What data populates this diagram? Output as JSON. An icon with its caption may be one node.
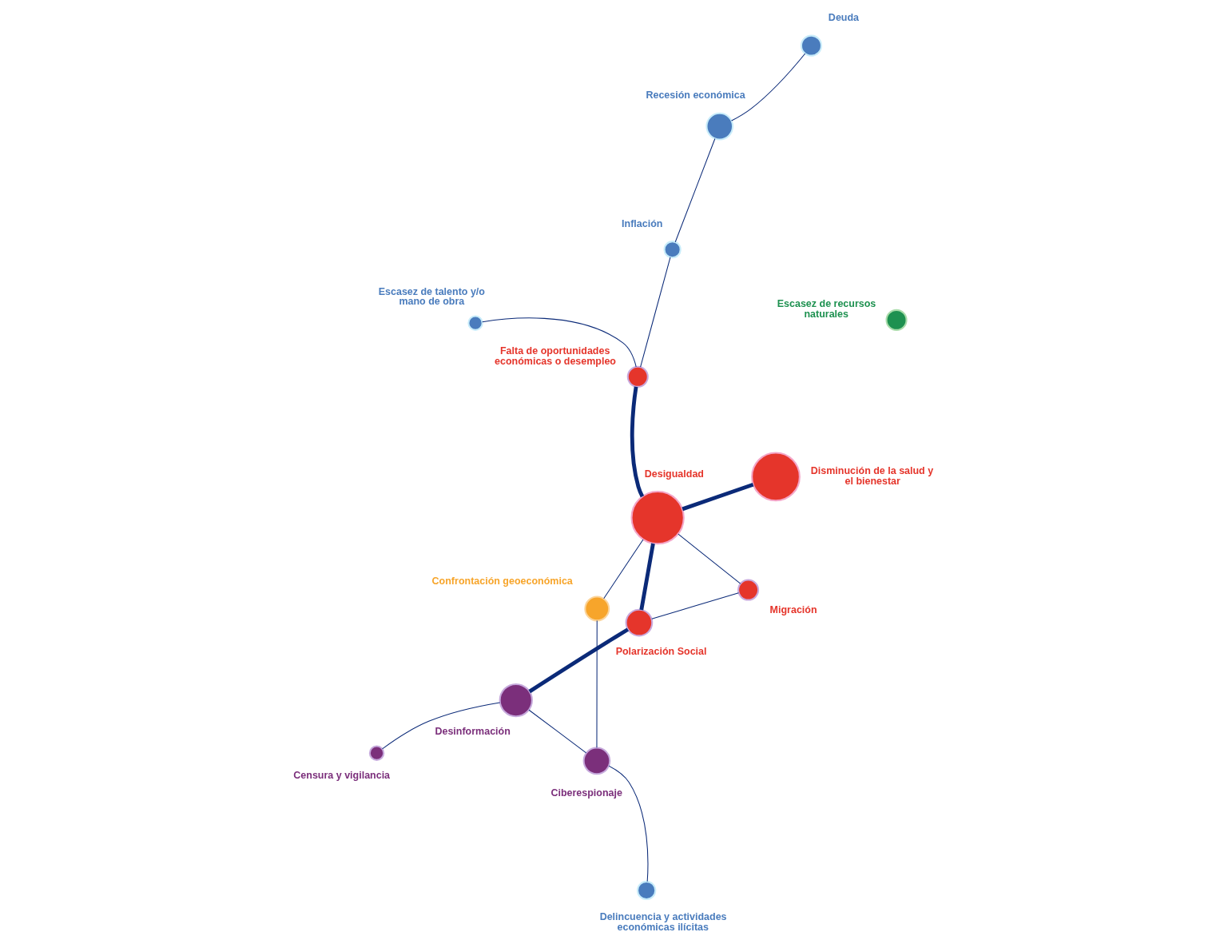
{
  "diagram": {
    "nodes": [
      {
        "text": [],
        "shape": "circle",
        "beside": [
          "Desinformación"
        ]
      },
      {
        "text": [],
        "shape": "circle",
        "beside": [
          "Censura y vigilancia"
        ]
      },
      {
        "text": [],
        "shape": "circle",
        "beside": [
          "Migración"
        ]
      },
      {
        "text": [],
        "shape": "circle",
        "beside": [
          "Polarización Social"
        ]
      },
      {
        "text": [],
        "shape": "circle",
        "beside": [
          "Disminución de la salud y el bienestar"
        ]
      },
      {
        "text": [],
        "shape": "circle",
        "beside": [
          "Ciberespionaje"
        ]
      },
      {
        "text": [],
        "shape": "circle",
        "beside": [
          "Delincuencia y actividades económicas ilícitas"
        ]
      },
      {
        "text": [],
        "shape": "circle",
        "beside": [
          "Desigualdad"
        ]
      },
      {
        "text": [],
        "shape": "circle",
        "beside": [
          "Confrontación geoeconómica"
        ]
      },
      {
        "text": [],
        "shape": "circle",
        "beside": [
          "Escasez de recursos naturales"
        ]
      },
      {
        "text": [],
        "shape": "circle",
        "beside": [
          "Falta de oportunidades económicas o desempleo"
        ]
      },
      {
        "text": [],
        "shape": "circle",
        "beside": [
          "Escasez de talento y/o mano de obra"
        ]
      },
      {
        "text": [],
        "shape": "circle",
        "beside": [
          "Inflación"
        ]
      },
      {
        "text": [],
        "shape": "circle",
        "beside": [
          "Recesión económica"
        ]
      },
      {
        "text": [],
        "shape": "circle",
        "beside": [
          "Deuda"
        ]
      }
    ],
    "edges": [
      {
        "from": 0,
        "to": 1,
        "arrow": "none"
      },
      {
        "from": 0,
        "to": 3,
        "arrow": "none",
        "style": "thick"
      },
      {
        "from": 0,
        "to": 5,
        "arrow": "none"
      },
      {
        "from": 2,
        "to": 3,
        "arrow": "none"
      },
      {
        "from": 2,
        "to": 7,
        "arrow": "none"
      },
      {
        "from": 3,
        "to": 7,
        "arrow": "none",
        "style": "thick"
      },
      {
        "from": 4,
        "to": 7,
        "arrow": "none",
        "style": "thick"
      },
      {
        "from": 5,
        "to": 6,
        "arrow": "none"
      },
      {
        "from": 5,
        "to": 8,
        "arrow": "none"
      },
      {
        "from": 7,
        "to": 8,
        "arrow": "none"
      },
      {
        "from": 7,
        "to": 10,
        "arrow": "none",
        "style": "thick"
      },
      {
        "from": 10,
        "to": 11,
        "arrow": "none"
      },
      {
        "from": 10,
        "to": 12,
        "arrow": "none"
      },
      {
        "from": 12,
        "to": 13,
        "arrow": "none"
      },
      {
        "from": 13,
        "to": 14,
        "arrow": "none"
      }
    ]
  }
}
